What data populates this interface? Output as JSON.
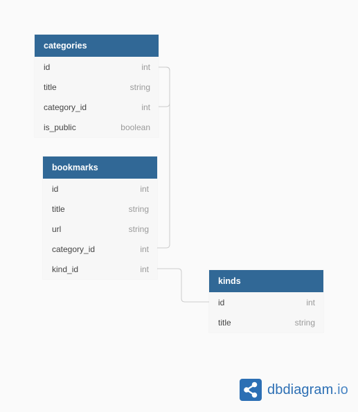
{
  "tables": {
    "categories": {
      "name": "categories",
      "fields": [
        {
          "name": "id",
          "type": "int"
        },
        {
          "name": "title",
          "type": "string"
        },
        {
          "name": "category_id",
          "type": "int"
        },
        {
          "name": "is_public",
          "type": "boolean"
        }
      ]
    },
    "bookmarks": {
      "name": "bookmarks",
      "fields": [
        {
          "name": "id",
          "type": "int"
        },
        {
          "name": "title",
          "type": "string"
        },
        {
          "name": "url",
          "type": "string"
        },
        {
          "name": "category_id",
          "type": "int"
        },
        {
          "name": "kind_id",
          "type": "int"
        }
      ]
    },
    "kinds": {
      "name": "kinds",
      "fields": [
        {
          "name": "id",
          "type": "int"
        },
        {
          "name": "title",
          "type": "string"
        }
      ]
    }
  },
  "brand": {
    "name": "dbdiagram",
    "tld": ".io",
    "color": "#2c6fb4"
  },
  "colors": {
    "header": "#316896",
    "row_bg": "#f7f7f7",
    "connector": "#cccccc"
  },
  "icons": {
    "brand_logo": "share-nodes-icon"
  }
}
